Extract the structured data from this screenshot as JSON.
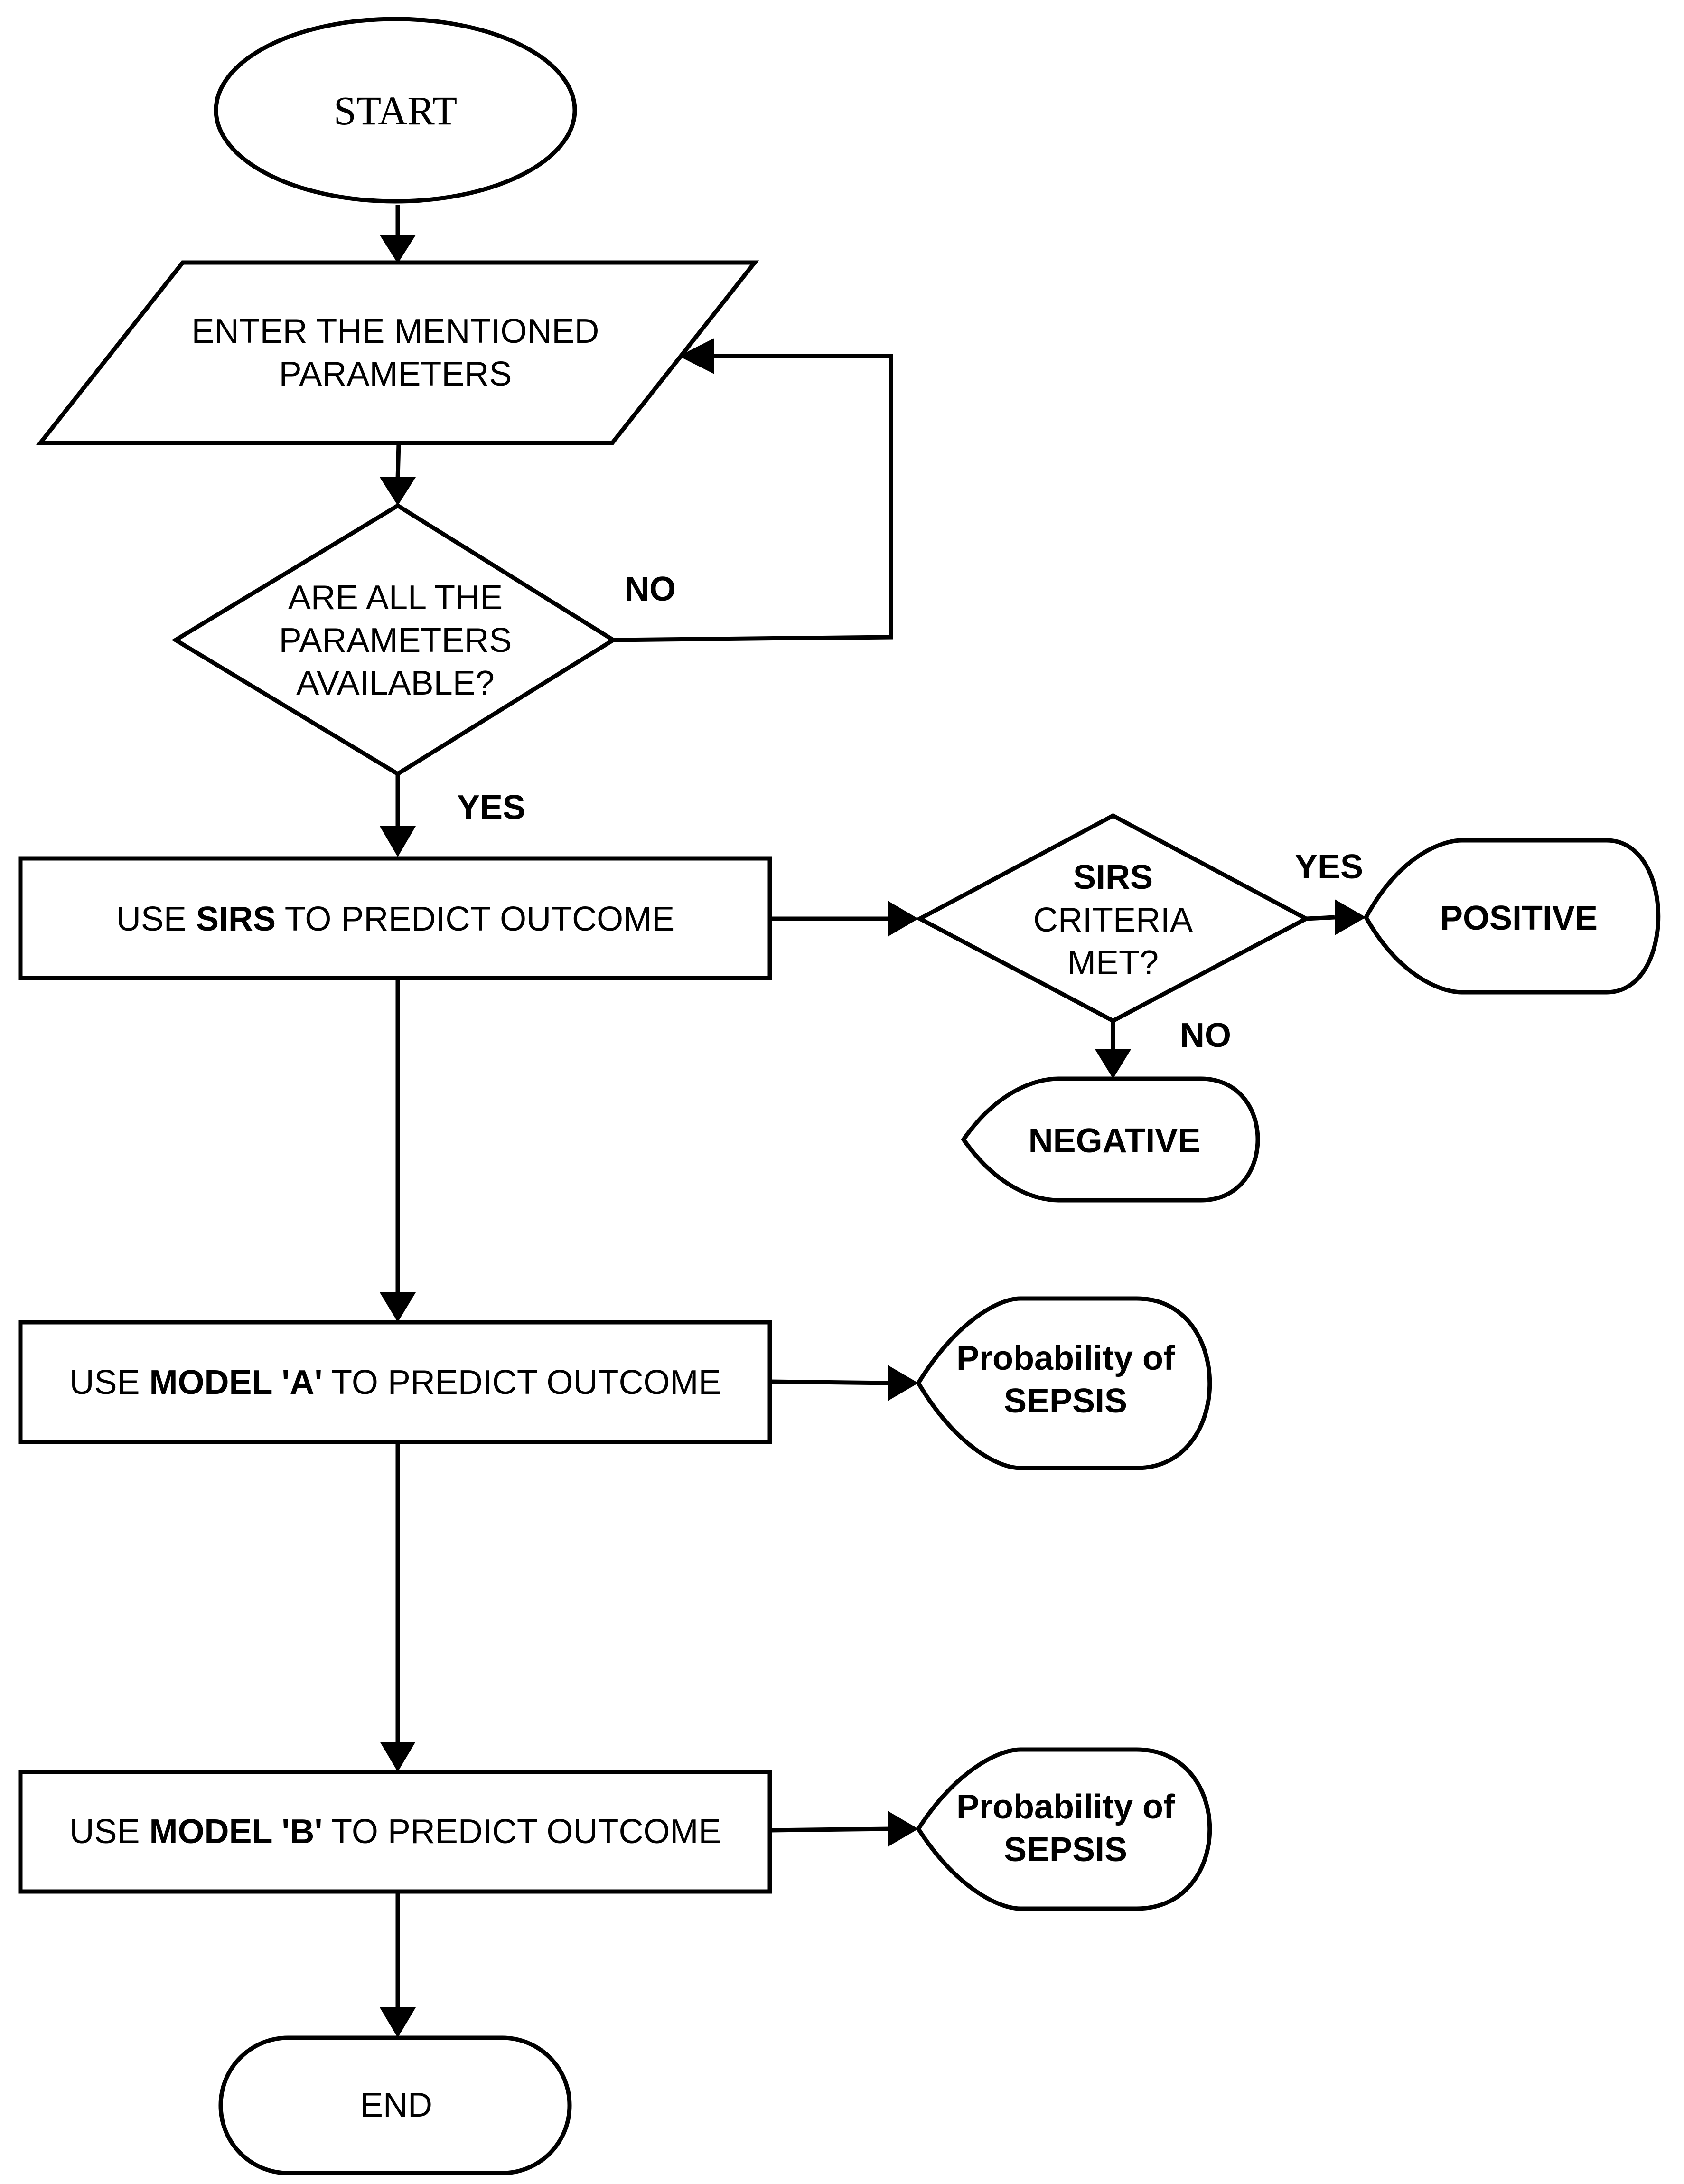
{
  "diagram": {
    "start": "START",
    "input": {
      "line1": "ENTER THE MENTIONED",
      "line2": "PARAMETERS"
    },
    "check_params": {
      "line1": "ARE ALL THE",
      "line2": "PARAMETERS",
      "line3": "AVAILABLE?"
    },
    "no_label_1": "NO",
    "yes_label_1": "YES",
    "sirs_step": {
      "pre": "USE ",
      "bold": "SIRS",
      "post": " TO PREDICT OUTCOME"
    },
    "sirs_decision": {
      "line1": "SIRS",
      "line2": "CRITERIA",
      "line3": "MET?"
    },
    "yes_label_2": "YES",
    "no_label_2": "NO",
    "positive": "POSITIVE",
    "negative": "NEGATIVE",
    "model_a_step": {
      "pre": "USE ",
      "bold": "MODEL 'A'",
      "post": " TO PREDICT OUTCOME"
    },
    "model_a_output": {
      "line1": "Probability of",
      "line2": "SEPSIS"
    },
    "model_b_step": {
      "pre": "USE ",
      "bold": "MODEL 'B'",
      "post": " TO PREDICT OUTCOME"
    },
    "model_b_output": {
      "line1": "Probability of",
      "line2": "SEPSIS"
    },
    "end": "END"
  }
}
